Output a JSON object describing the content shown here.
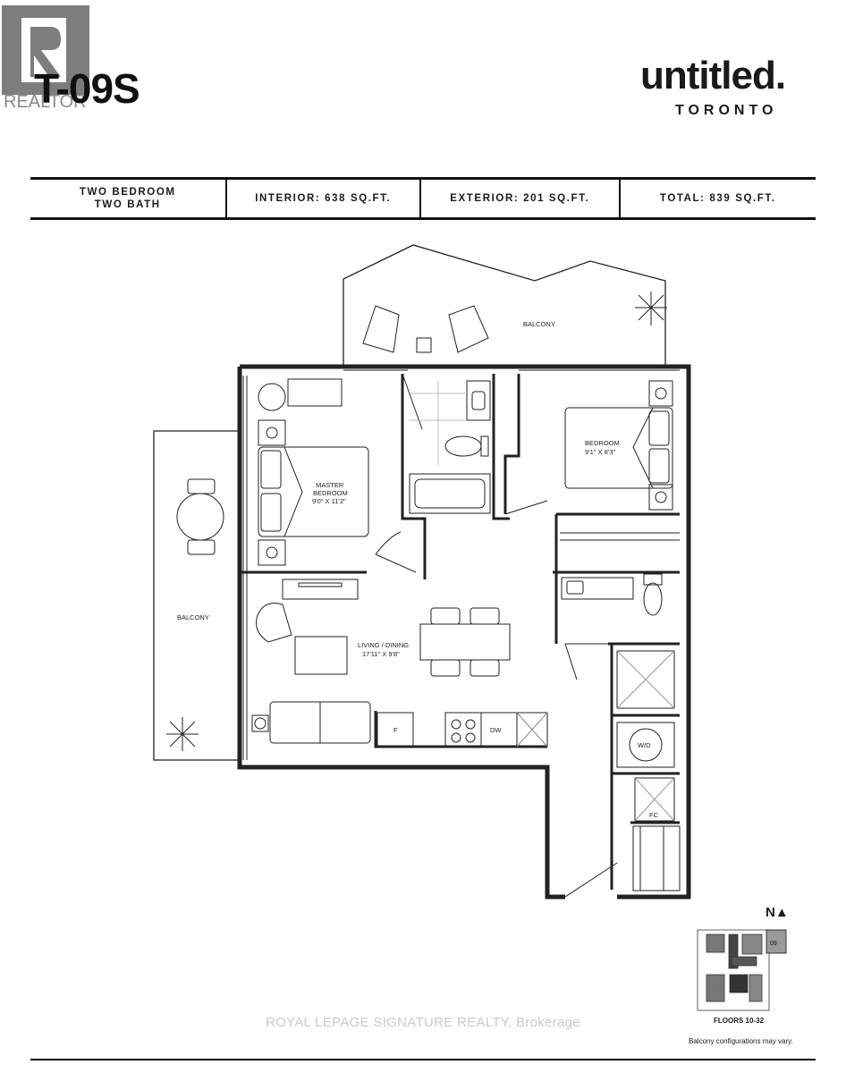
{
  "header": {
    "unit_code": "T-09S",
    "watermark_logo_text": "REALTOR",
    "brand_name": "untitled.",
    "brand_city": "TORONTO"
  },
  "specs": {
    "unit_type_line1": "TWO BEDROOM",
    "unit_type_line2": "TWO BATH",
    "interior": "INTERIOR: 638 SQ.FT.",
    "exterior": "EXTERIOR: 201 SQ.FT.",
    "total": "TOTAL: 839 SQ.FT."
  },
  "rooms": {
    "balcony_top": "BALCONY",
    "balcony_side": "BALCONY",
    "master_line1": "MASTER",
    "master_line2": "BEDROOM",
    "master_dims": "9'0\" X 11'2\"",
    "bedroom_name": "BEDROOM",
    "bedroom_dims": "9'1\" X 8'3\"",
    "living_name": "LIVING / DINING",
    "living_dims": "17'11\" X 9'8\"",
    "fridge": "F",
    "dishwasher": "DW",
    "washer_dryer": "W/D",
    "closet": "FC"
  },
  "keyplan": {
    "north": "N▲",
    "unit_number": "09",
    "floors": "FLOORS 10-32",
    "note": "Balcony configurations may vary."
  },
  "footer": {
    "brokerage_watermark": "ROYAL LEPAGE SIGNATURE REALTY, Brokerage"
  }
}
